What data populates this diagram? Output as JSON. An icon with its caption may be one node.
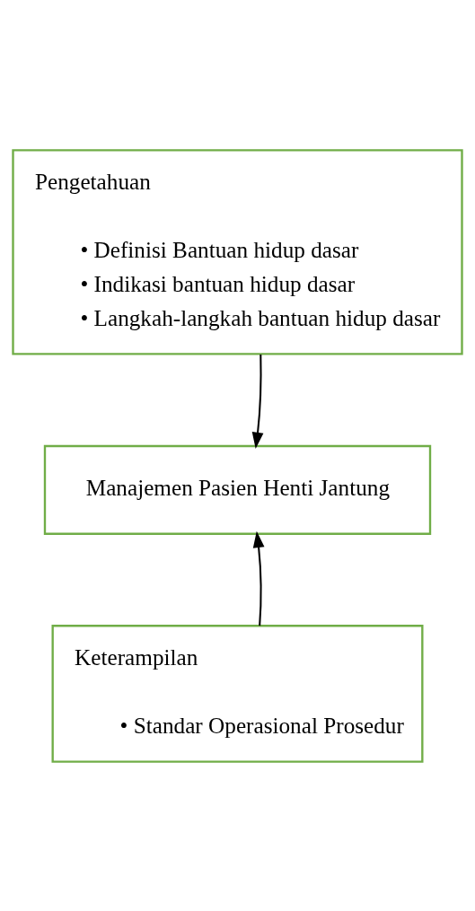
{
  "diagram": {
    "nodes": [
      {
        "text": [
          "Pengetahuan",
          "• Definisi Bantuan hidup dasar",
          "• Indikasi bantuan hidup dasar",
          "• Langkah-langkah bantuan hidup dasar"
        ]
      },
      {
        "text": [
          "Manajemen Pasien Henti Jantung"
        ]
      },
      {
        "text": [
          "Keterampilan",
          "• Standar Operasional Prosedur"
        ]
      }
    ],
    "edges": [
      {
        "from": 0,
        "to": 1,
        "arrow": "to"
      },
      {
        "from": 2,
        "to": 1,
        "arrow": "to"
      }
    ]
  }
}
